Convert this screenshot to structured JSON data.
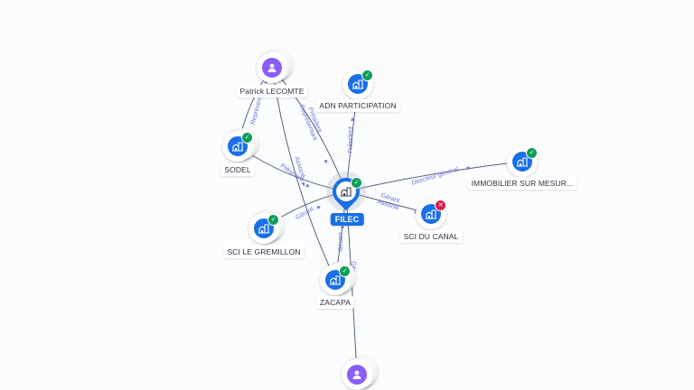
{
  "colors": {
    "company": "#1a6fe8",
    "person": "#8b5cf6",
    "active": "#0f9d58",
    "inactive": "#e11d48",
    "edge_label": "#6b6fe0",
    "edge": "#5b5f7a"
  },
  "center": {
    "name": "FILEC",
    "type": "company",
    "status": "active",
    "icon": "building-icon"
  },
  "nodes": [
    {
      "id": "patrick",
      "name": "Patrick LECOMTE",
      "type": "person",
      "icon": "person-icon",
      "stacked": true
    },
    {
      "id": "adn",
      "name": "ADN PARTICIPATION",
      "type": "company",
      "status": "active",
      "icon": "building-icon"
    },
    {
      "id": "sodel",
      "name": "SODEL",
      "type": "company",
      "status": "active",
      "icon": "building-icon",
      "stacked": true
    },
    {
      "id": "immo",
      "name": "IMMOBILIER SUR MESUR...",
      "type": "company",
      "status": "active",
      "icon": "building-icon"
    },
    {
      "id": "scicanal",
      "name": "SCI DU CANAL",
      "type": "company",
      "status": "inactive",
      "icon": "building-icon"
    },
    {
      "id": "scigremillon",
      "name": "SCI LE GREMILLON",
      "type": "company",
      "status": "active",
      "icon": "building-icon",
      "stacked": true
    },
    {
      "id": "zacapa",
      "name": "ZACAPA",
      "type": "company",
      "status": "active",
      "icon": "building-icon",
      "stacked": true
    },
    {
      "id": "person2",
      "name": "",
      "type": "person",
      "icon": "person-icon",
      "stacked": true
    }
  ],
  "edges": [
    {
      "from": "patrick",
      "to": "sodel",
      "label": "Représentant"
    },
    {
      "from": "patrick",
      "to": "filec",
      "label": "Président\nReprésentant"
    },
    {
      "from": "patrick",
      "to": "zacapa",
      "label": "Associé"
    },
    {
      "from": "adn",
      "to": "filec",
      "label": "Président"
    },
    {
      "from": "sodel",
      "to": "filec",
      "label": "Président"
    },
    {
      "from": "filec",
      "to": "immo",
      "label": "Directeur général"
    },
    {
      "from": "filec",
      "to": "scicanal",
      "label": "Gérant\nAssocié"
    },
    {
      "from": "filec",
      "to": "scigremillon",
      "label": "Gérant"
    },
    {
      "from": "filec",
      "to": "zacapa",
      "label": "Gérant"
    },
    {
      "from": "person2",
      "to": "filec",
      "label": "Gérant"
    }
  ]
}
